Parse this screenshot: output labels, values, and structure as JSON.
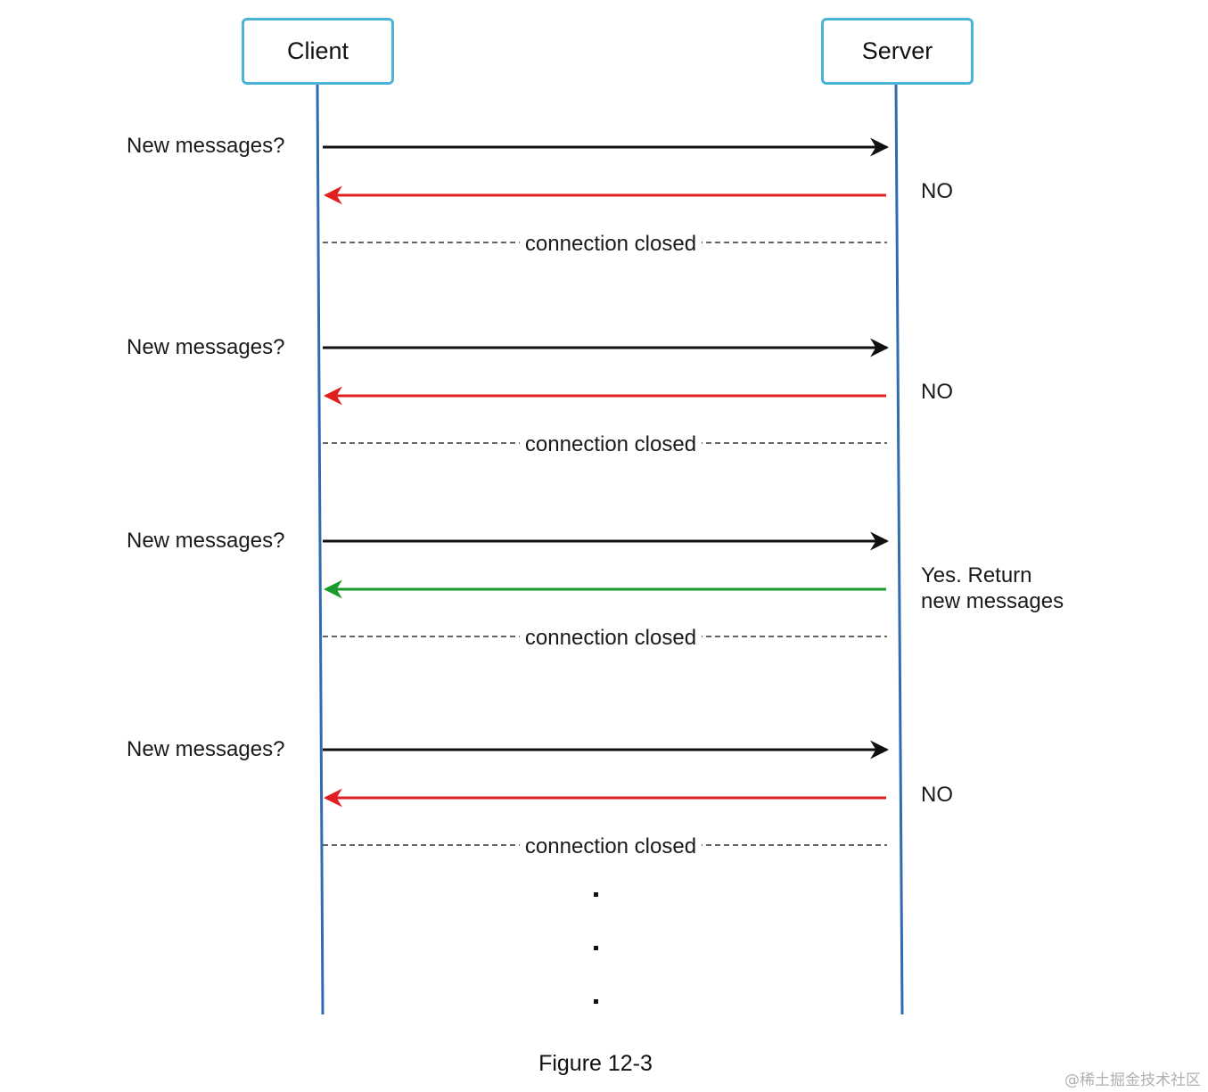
{
  "actors": {
    "client": "Client",
    "server": "Server"
  },
  "colors": {
    "lifeline": "#2f6db0",
    "actor_border": "#4bb3d6",
    "request": "#111111",
    "response_no": "#e02020",
    "response_yes": "#1a9a2a",
    "connection_line": "#333333"
  },
  "rounds": [
    {
      "request": "New messages?",
      "response": "NO",
      "response_color": "response_no",
      "closed": "connection closed"
    },
    {
      "request": "New messages?",
      "response": "NO",
      "response_color": "response_no",
      "closed": "connection closed"
    },
    {
      "request": "New messages?",
      "response_lines": [
        "Yes. Return",
        "new messages"
      ],
      "response_color": "response_yes",
      "closed": "connection closed"
    },
    {
      "request": "New messages?",
      "response": "NO",
      "response_color": "response_no",
      "closed": "connection closed"
    }
  ],
  "continuation": "ellipsis-dots",
  "caption": "Figure 12-3",
  "watermark": "@稀土掘金技术社区"
}
